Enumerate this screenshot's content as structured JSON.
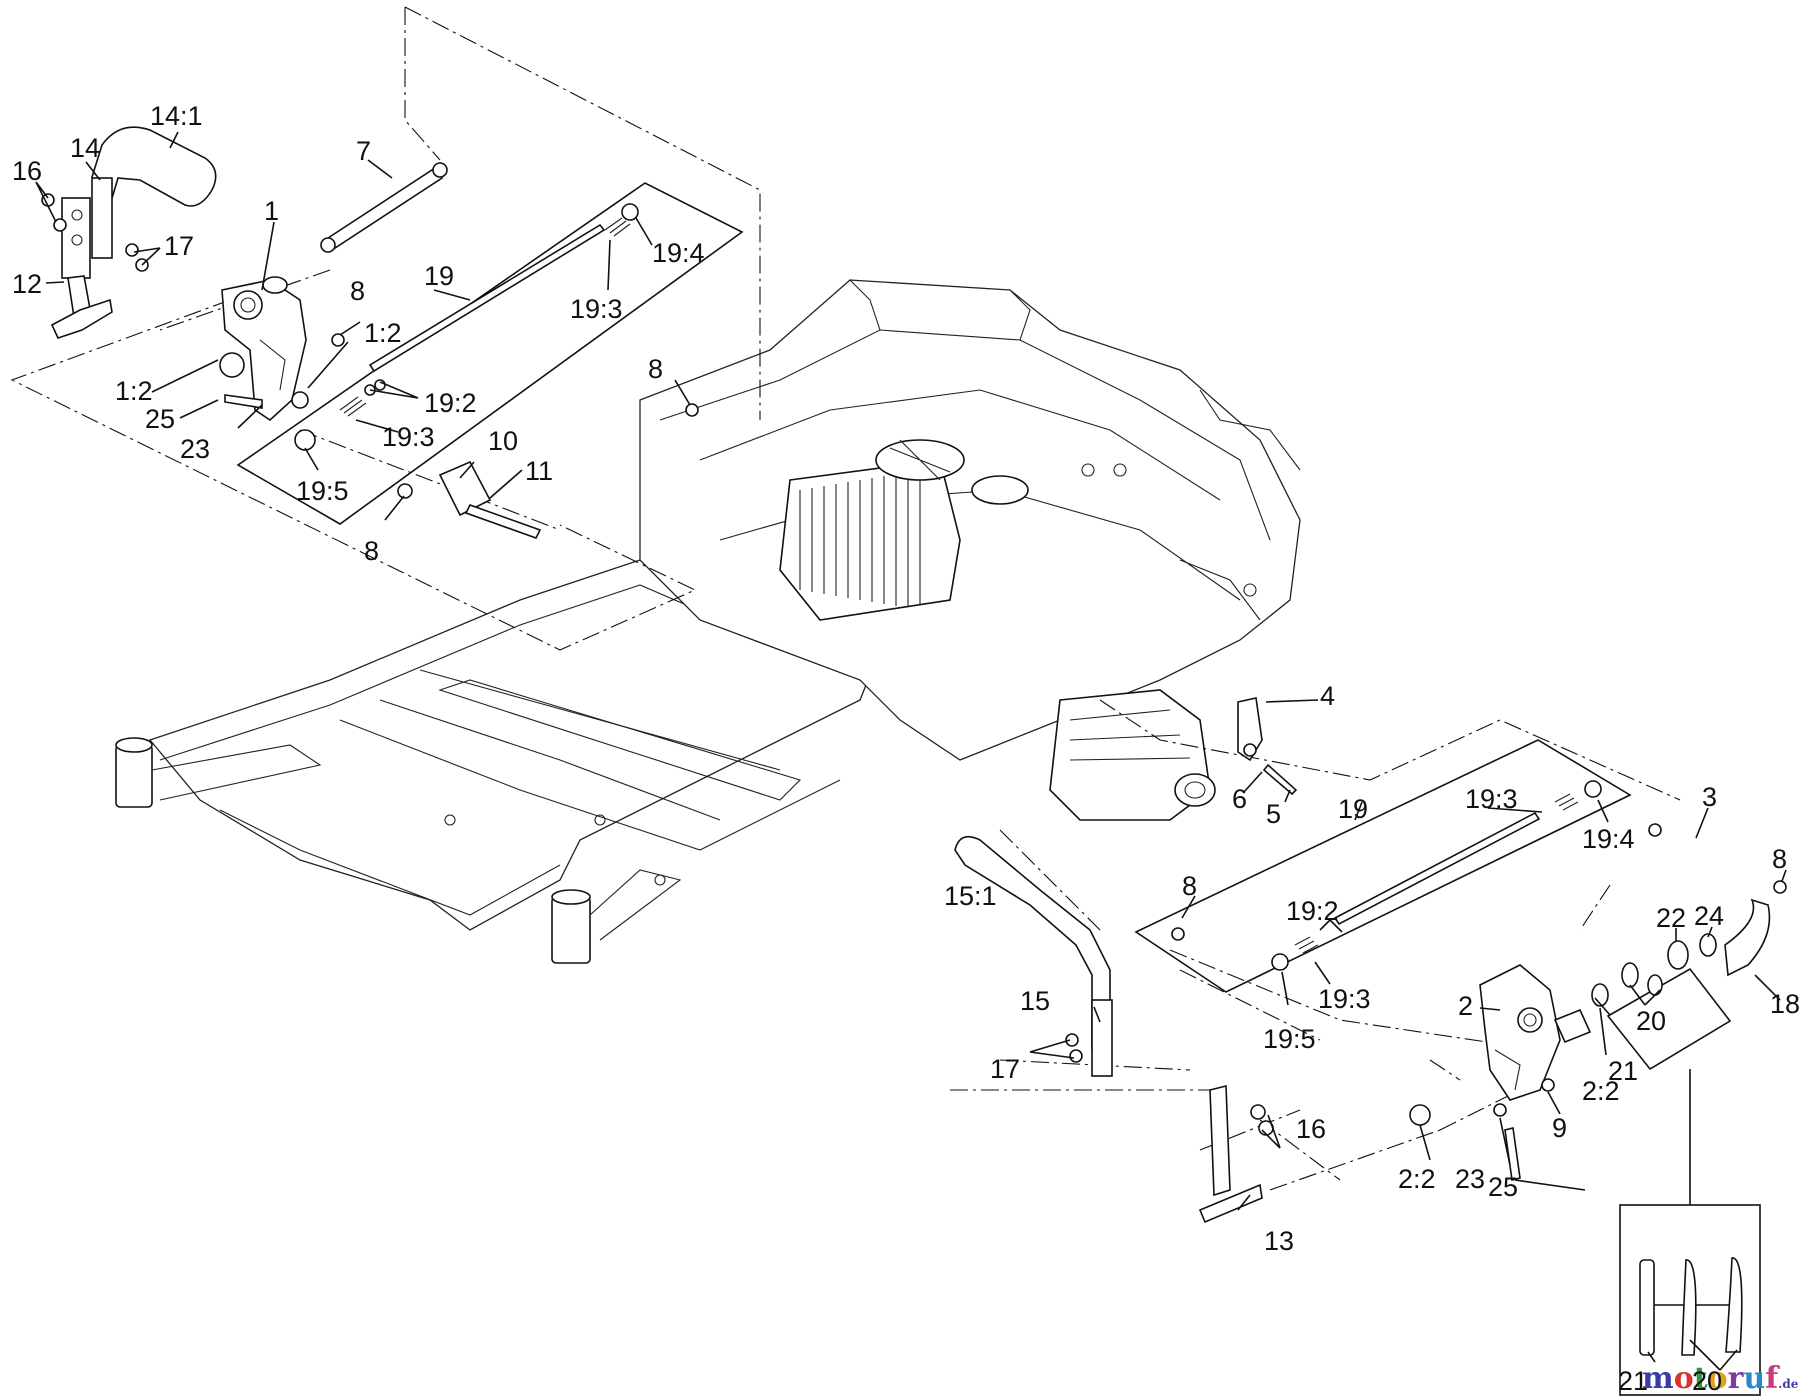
{
  "callouts": {
    "c1": "1",
    "c1_2a": "1:2",
    "c1_2b": "1:2",
    "c2": "2",
    "c2_2a": "2:2",
    "c2_2b": "2:2",
    "c3": "3",
    "c4": "4",
    "c5": "5",
    "c6": "6",
    "c7": "7",
    "c8a": "8",
    "c8b": "8",
    "c8c": "8",
    "c8d": "8",
    "c8e": "8",
    "c9": "9",
    "c10": "10",
    "c11": "11",
    "c12": "12",
    "c13": "13",
    "c14": "14",
    "c14_1": "14:1",
    "c15": "15",
    "c15_1": "15:1",
    "c16a": "16",
    "c16b": "16",
    "c17a": "17",
    "c17b": "17",
    "c18": "18",
    "c19a": "19",
    "c19b": "19",
    "c19_2a": "19:2",
    "c19_2b": "19:2",
    "c19_3a": "19:3",
    "c19_3b": "19:3",
    "c19_3c": "19:3",
    "c19_3d": "19:3",
    "c19_4a": "19:4",
    "c19_4b": "19:4",
    "c19_5a": "19:5",
    "c19_5b": "19:5",
    "c20a": "20",
    "c20b": "20",
    "c21a": "21",
    "c21b": "21",
    "c22": "22",
    "c23a": "23",
    "c23b": "23",
    "c24": "24",
    "c25a": "25",
    "c25b": "25"
  },
  "watermark": {
    "m": "m",
    "o1": "o",
    "t": "t",
    "o2": "o",
    "r": "r",
    "u": "u",
    "f": "f",
    "de": ".de",
    "colors": [
      "#3a3aa8",
      "#d8342c",
      "#2e9a3a",
      "#e0a020",
      "#7a3aa0",
      "#2a8ac8",
      "#c83a7a"
    ]
  }
}
